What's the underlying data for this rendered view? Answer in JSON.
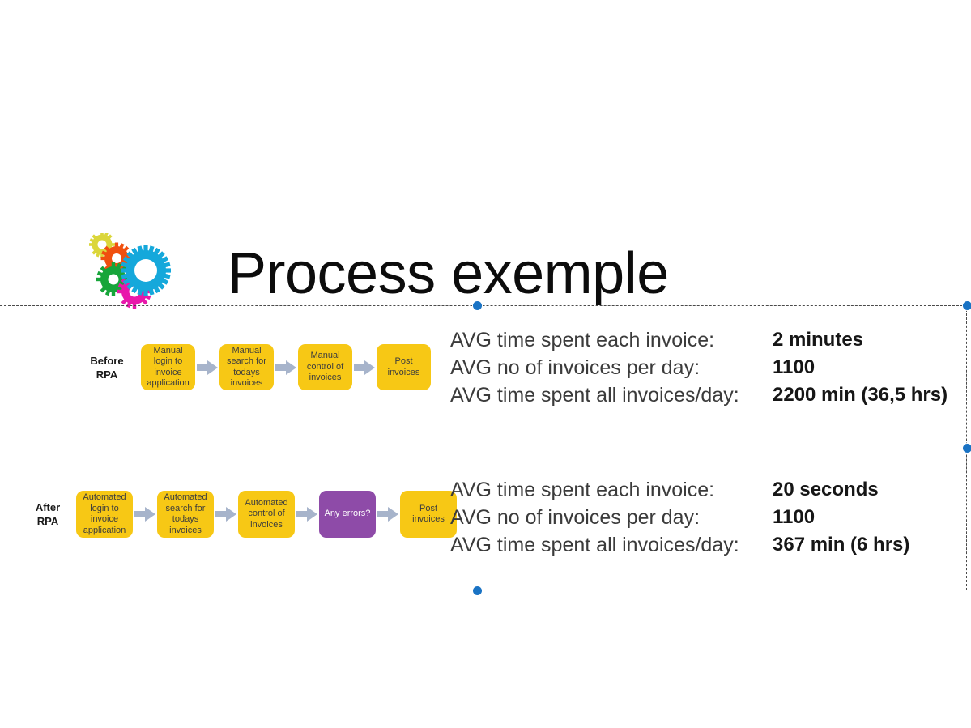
{
  "slide": {
    "title": "Process exemple",
    "background_color": "#ffffff",
    "logo_icon": "gears-icon",
    "logo_gear_colors": [
      "#E8DE3C",
      "#F05A14",
      "#1EA83C",
      "#E418A8",
      "#18A8D8"
    ]
  },
  "selection": {
    "border_color": "#4a4a4a",
    "handle_color": "#1a73c4",
    "handle_names": [
      "handle-top-center",
      "handle-top-right",
      "handle-right-middle",
      "handle-bottom-center"
    ]
  },
  "colors": {
    "step_yellow": "#F7C815",
    "step_purple": "#8E4BA8",
    "arrow_gray": "#A7B4CB",
    "text_dark": "#3b3b3b"
  },
  "flows": [
    {
      "id": "before",
      "label": "Before\nRPA",
      "label_line1": "Before",
      "label_line2": "RPA",
      "steps": [
        {
          "text": "Manual login to invoice application",
          "color": "yellow"
        },
        {
          "text": "Manual search for todays invoices",
          "color": "yellow"
        },
        {
          "text": "Manual control of invoices",
          "color": "yellow"
        },
        {
          "text": "Post invoices",
          "color": "yellow"
        }
      ]
    },
    {
      "id": "after",
      "label": "After\nRPA",
      "label_line1": "After",
      "label_line2": "RPA",
      "steps": [
        {
          "text": "Automated login to invoice application",
          "color": "yellow"
        },
        {
          "text": "Automated search for todays invoices",
          "color": "yellow"
        },
        {
          "text": "Automated control of invoices",
          "color": "yellow"
        },
        {
          "text": "Any errors?",
          "color": "purple"
        },
        {
          "text": "Post invoices",
          "color": "yellow"
        }
      ]
    }
  ],
  "stats": [
    {
      "id": "before",
      "rows": [
        {
          "key": "AVG time spent each invoice:",
          "value": "2 minutes"
        },
        {
          "key": "AVG no of invoices per day:",
          "value": "1100"
        },
        {
          "key": "AVG time spent all invoices/day:",
          "value": "2200 min (36,5 hrs)"
        }
      ]
    },
    {
      "id": "after",
      "rows": [
        {
          "key": "AVG time spent each invoice:",
          "value": "20 seconds"
        },
        {
          "key": "AVG no of invoices per day:",
          "value": "1100"
        },
        {
          "key": "AVG time spent all invoices/day:",
          "value": "367 min (6 hrs)"
        }
      ]
    }
  ]
}
